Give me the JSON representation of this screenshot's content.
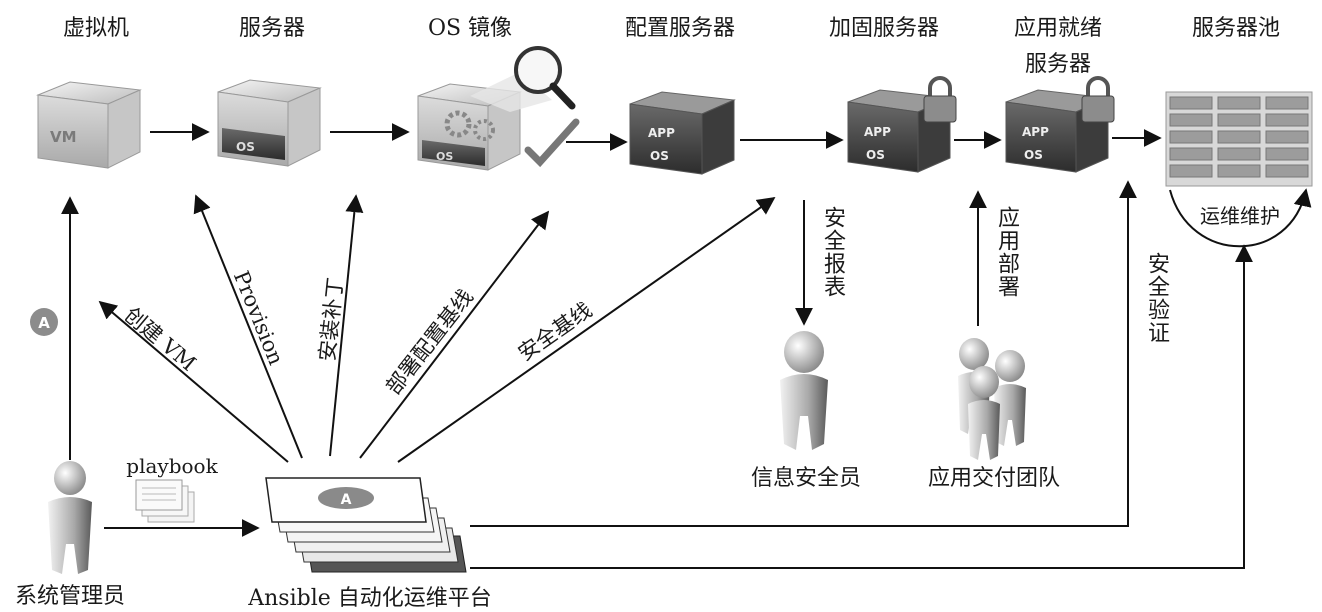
{
  "stages": {
    "vm": "虚拟机",
    "server": "服务器",
    "os_image": "OS 镜像",
    "configured_server": "配置服务器",
    "hardened_server": "加固服务器",
    "app_ready_line1": "应用就绪",
    "app_ready_line2": "服务器",
    "server_pool": "服务器池"
  },
  "icon_text": {
    "vm": "VM",
    "os": "OS",
    "app": "APP",
    "ansible": "A"
  },
  "arrows": {
    "create_vm": "创建 VM",
    "provision": "Provision",
    "security_patch": "安装补丁",
    "deploy_baseline": "部署配置基线",
    "security_baseline": "安全基线",
    "security_report": "安全报表",
    "app_deploy": "应用部署",
    "security_verify": "安全验证",
    "ops_maintenance": "运维维护"
  },
  "actors": {
    "sysadmin": "系统管理员",
    "infosec": "信息安全员",
    "app_team": "应用交付团队",
    "playbook": "playbook",
    "platform": "Ansible 自动化运维平台"
  }
}
